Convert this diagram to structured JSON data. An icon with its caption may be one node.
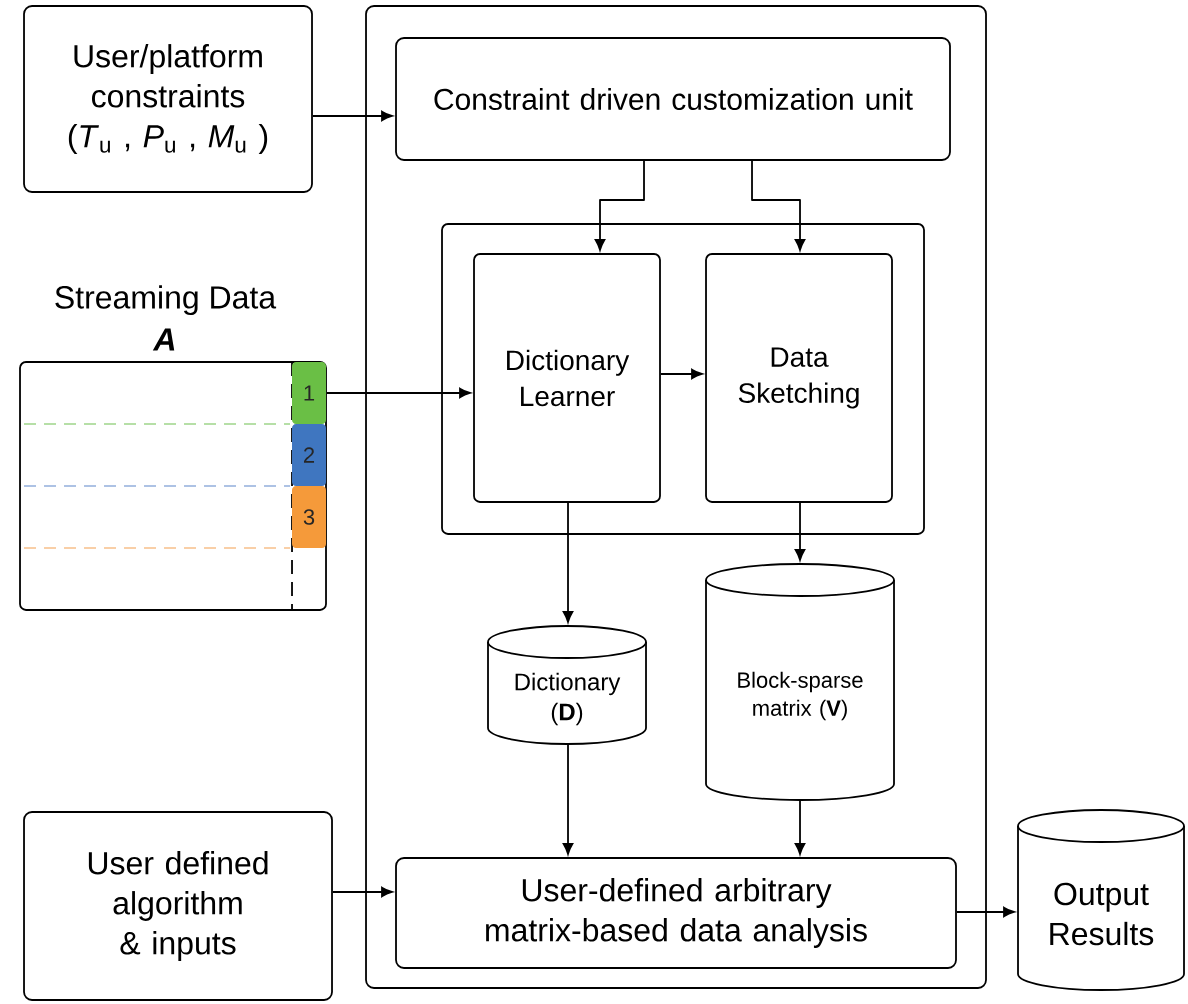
{
  "diagram": {
    "nodes": [
      {
        "text": [
          "User/platform constraints (*T*$_{u}$ , *P*$_{u}$ , *M*$_{u}$ )"
        ]
      },
      {
        "text": [],
        "shape": "box"
      },
      {
        "text": [
          "Constraint driven customization unit"
        ],
        "in": 1
      },
      {
        "text": [],
        "shape": "box",
        "in": 1
      },
      {
        "text": [
          "Dictionary Learner"
        ],
        "in": 3
      },
      {
        "text": [
          "Data Sketching"
        ],
        "in": 3
      },
      {
        "text": [
          "Dictionary (**D**)"
        ],
        "in": 1
      },
      {
        "text": [
          "Block-sparse matrix (**V**)"
        ],
        "in": 1
      },
      {
        "text": [
          "User-defined arbitrary matrix-based data analysis"
        ],
        "in": 1
      },
      {
        "text": [
          "Streaming Data",
          "A"
        ]
      },
      {
        "text": [
          "1"
        ],
        "in": 9
      },
      {
        "text": [
          "2"
        ],
        "in": 9
      },
      {
        "text": [
          "3"
        ],
        "in": 9
      },
      {
        "text": [
          "User defined algorithm & inputs"
        ]
      },
      {
        "text": [
          "Output Results"
        ]
      }
    ],
    "edges": [
      {
        "from": 0,
        "to": 2,
        "arrow": "to"
      },
      {
        "from": 2,
        "to": 4,
        "arrow": "to"
      },
      {
        "from": 2,
        "to": 5,
        "arrow": "to"
      },
      {
        "from": 10,
        "to": 4,
        "arrow": "to"
      },
      {
        "from": 4,
        "to": 5,
        "arrow": "to"
      },
      {
        "from": 4,
        "to": 6,
        "arrow": "to"
      },
      {
        "from": 5,
        "to": 7,
        "arrow": "to"
      },
      {
        "from": 6,
        "to": 8,
        "arrow": "to"
      },
      {
        "from": 7,
        "to": 8,
        "arrow": "to"
      },
      {
        "from": 13,
        "to": 8,
        "arrow": "to"
      },
      {
        "from": 8,
        "to": 14,
        "arrow": "to"
      }
    ]
  }
}
